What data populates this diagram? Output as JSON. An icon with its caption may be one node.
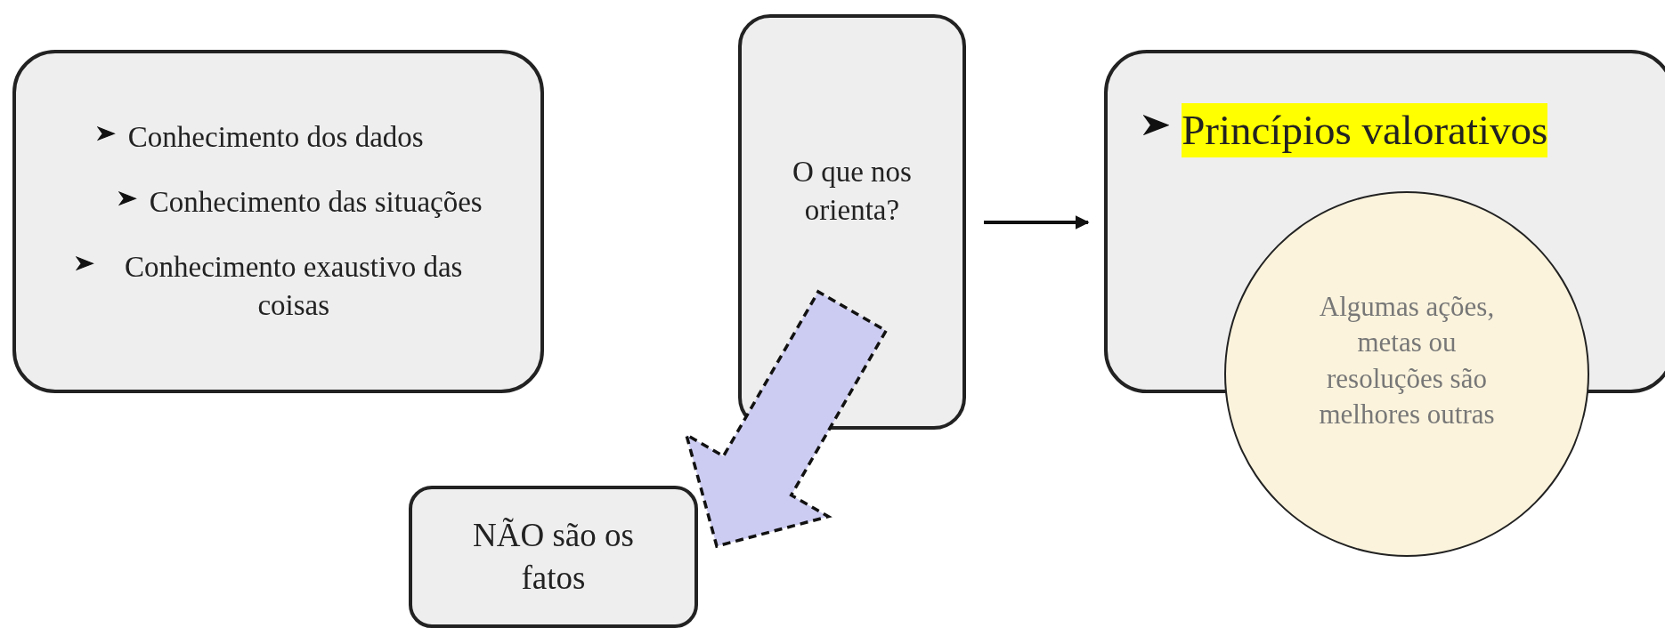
{
  "diagram": {
    "nodes": [
      {
        "text": [
          "Conhecimento dos dados",
          "Conhecimento das situações",
          "Conhecimento exaustivo das coisas"
        ]
      },
      {
        "text": [
          "O que nos orienta?"
        ]
      },
      {
        "text": [
          "Princípios valorativos"
        ]
      },
      {
        "text": [
          "Algumas ações, metas ou resoluções são melhores outras"
        ]
      },
      {
        "text": [
          "NÃO são os fatos"
        ]
      }
    ],
    "edges": [
      {
        "from": 1,
        "to": 2,
        "arrow": "to"
      },
      {
        "from": 1,
        "to": 4,
        "arrow": "to",
        "style": "dashed",
        "color": "#ccccf2"
      }
    ]
  }
}
